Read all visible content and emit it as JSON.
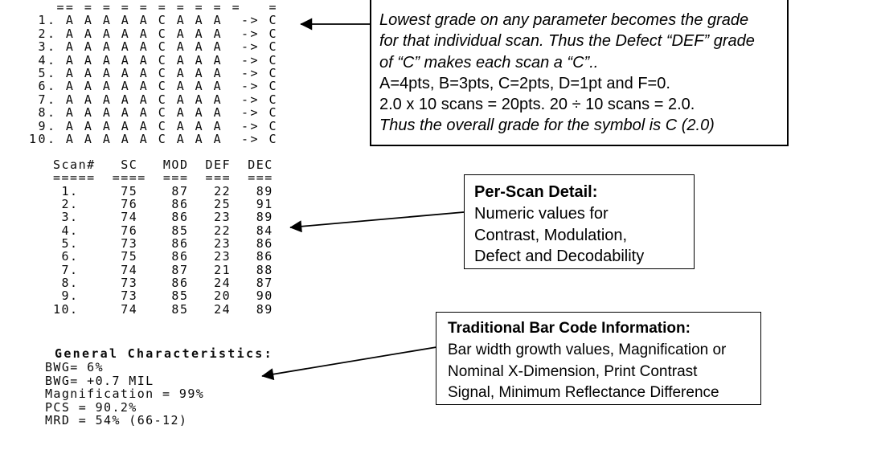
{
  "colors": {
    "text": "#000000",
    "border": "#000000",
    "background": "#ffffff"
  },
  "grade_grid": {
    "header": "   == = = = = = = = = =   =",
    "rows": [
      {
        "num": "1.",
        "grades": [
          "A",
          "A",
          "A",
          "A",
          "A",
          "C",
          "A",
          "A",
          "A"
        ],
        "arrow": "->",
        "final": "C"
      },
      {
        "num": "2.",
        "grades": [
          "A",
          "A",
          "A",
          "A",
          "A",
          "C",
          "A",
          "A",
          "A"
        ],
        "arrow": "->",
        "final": "C"
      },
      {
        "num": "3.",
        "grades": [
          "A",
          "A",
          "A",
          "A",
          "A",
          "C",
          "A",
          "A",
          "A"
        ],
        "arrow": "->",
        "final": "C"
      },
      {
        "num": "4.",
        "grades": [
          "A",
          "A",
          "A",
          "A",
          "A",
          "C",
          "A",
          "A",
          "A"
        ],
        "arrow": "->",
        "final": "C"
      },
      {
        "num": "5.",
        "grades": [
          "A",
          "A",
          "A",
          "A",
          "A",
          "C",
          "A",
          "A",
          "A"
        ],
        "arrow": "->",
        "final": "C"
      },
      {
        "num": "6.",
        "grades": [
          "A",
          "A",
          "A",
          "A",
          "A",
          "C",
          "A",
          "A",
          "A"
        ],
        "arrow": "->",
        "final": "C"
      },
      {
        "num": "7.",
        "grades": [
          "A",
          "A",
          "A",
          "A",
          "A",
          "C",
          "A",
          "A",
          "A"
        ],
        "arrow": "->",
        "final": "C"
      },
      {
        "num": "8.",
        "grades": [
          "A",
          "A",
          "A",
          "A",
          "A",
          "C",
          "A",
          "A",
          "A"
        ],
        "arrow": "->",
        "final": "C"
      },
      {
        "num": "9.",
        "grades": [
          "A",
          "A",
          "A",
          "A",
          "A",
          "C",
          "A",
          "A",
          "A"
        ],
        "arrow": "->",
        "final": "C"
      },
      {
        "num": "10.",
        "grades": [
          "A",
          "A",
          "A",
          "A",
          "A",
          "C",
          "A",
          "A",
          "A"
        ],
        "arrow": "->",
        "final": "C"
      }
    ]
  },
  "scan_table": {
    "columns": [
      "Scan#",
      "SC",
      "MOD",
      "DEF",
      "DEC"
    ],
    "rules": [
      "=====",
      "====",
      "===",
      "===",
      "==="
    ],
    "rows": [
      [
        "1.",
        75,
        87,
        22,
        89
      ],
      [
        "2.",
        76,
        86,
        25,
        91
      ],
      [
        "3.",
        74,
        86,
        23,
        89
      ],
      [
        "4.",
        76,
        85,
        22,
        84
      ],
      [
        "5.",
        73,
        86,
        23,
        86
      ],
      [
        "6.",
        75,
        86,
        23,
        86
      ],
      [
        "7.",
        74,
        87,
        21,
        88
      ],
      [
        "8.",
        73,
        86,
        24,
        87
      ],
      [
        "9.",
        73,
        85,
        20,
        90
      ],
      [
        "10.",
        74,
        85,
        24,
        89
      ]
    ]
  },
  "general_characteristics": {
    "title": "General Characteristics:",
    "lines": [
      "BWG= 6%",
      "BWG= +0.7 MIL",
      "Magnification = 99%",
      "PCS = 90.2%",
      "MRD = 54% (66-12)"
    ]
  },
  "callouts": {
    "grading": {
      "lines": [
        {
          "text": "Lowest grade on any parameter becomes the grade",
          "italic": true
        },
        {
          "text": "for that individual scan. Thus the Defect “DEF” grade",
          "italic": true
        },
        {
          "text": "of “C” makes each scan a “C”..",
          "italic": true
        },
        {
          "text": "A=4pts, B=3pts, C=2pts, D=1pt and F=0.",
          "italic": false
        },
        {
          "text": "2.0 x 10 scans = 20pts.  20 ÷ 10 scans = 2.0.",
          "italic": false
        },
        {
          "text": "Thus the overall grade for the symbol is C (2.0)",
          "italic": true
        }
      ]
    },
    "per_scan": {
      "title": "Per-Scan Detail:",
      "lines": [
        "Numeric values for",
        "Contrast, Modulation,",
        "Defect and Decodability"
      ]
    },
    "traditional": {
      "title": "Traditional Bar Code Information:",
      "lines": [
        "Bar width growth values, Magnification or",
        "Nominal X-Dimension, Print Contrast",
        "Signal, Minimum Reflectance Difference"
      ]
    }
  }
}
